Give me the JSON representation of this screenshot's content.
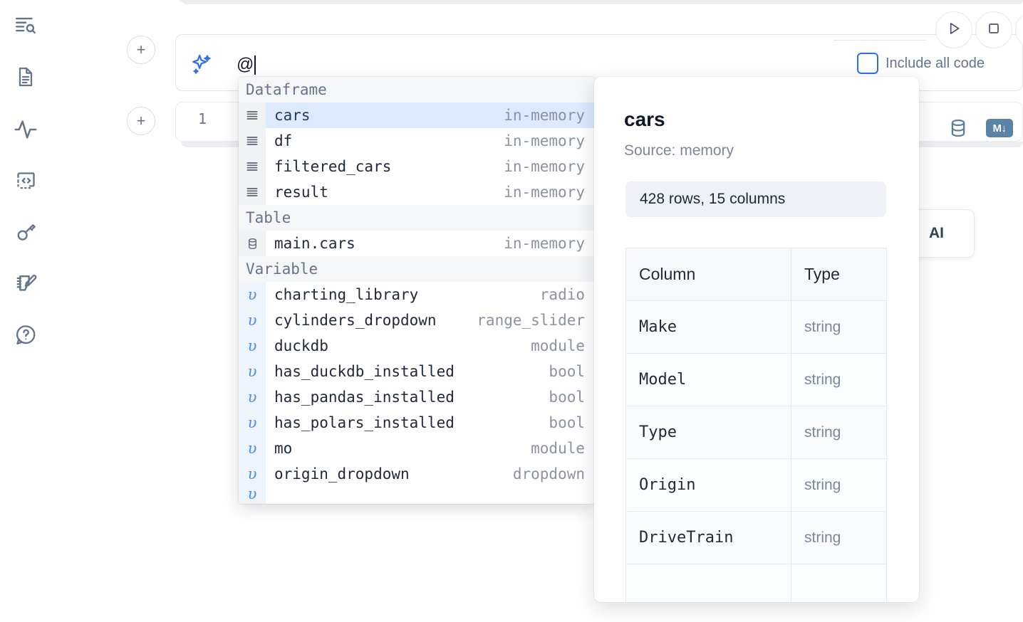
{
  "sidebar": {
    "items": [
      {
        "name": "explore-outline-icon",
        "label": "Outline"
      },
      {
        "name": "file-icon",
        "label": "Files"
      },
      {
        "name": "activity-icon",
        "label": "Variables"
      },
      {
        "name": "code-snippets-icon",
        "label": "Snippets"
      },
      {
        "name": "secrets-key-icon",
        "label": "Secrets"
      },
      {
        "name": "scratchpad-icon",
        "label": "Scratchpad"
      },
      {
        "name": "help-icon",
        "label": "Help"
      }
    ]
  },
  "ai_bar": {
    "input_value": "@",
    "placeholder": "",
    "sparkle_icon": "sparkle-icon",
    "include_all_code_label": "Include all code",
    "include_all_code_checked": false,
    "run_icon": "play-icon",
    "stop_icon": "stop-icon"
  },
  "code_cell": {
    "line_number": "1",
    "database_icon": "database-icon",
    "markdown_icon": "markdown-down-icon"
  },
  "ai_chip": {
    "label": "AI"
  },
  "add_buttons": {
    "label": "+"
  },
  "autocomplete": {
    "groups": [
      {
        "label": "Dataframe",
        "items": [
          {
            "icon": "dataframe-icon",
            "name": "cars",
            "kind": "in-memory",
            "selected": true
          },
          {
            "icon": "dataframe-icon",
            "name": "df",
            "kind": "in-memory",
            "selected": false
          },
          {
            "icon": "dataframe-icon",
            "name": "filtered_cars",
            "kind": "in-memory",
            "selected": false
          },
          {
            "icon": "dataframe-icon",
            "name": "result",
            "kind": "in-memory",
            "selected": false
          }
        ]
      },
      {
        "label": "Table",
        "items": [
          {
            "icon": "table-icon",
            "name": "main.cars",
            "kind": "in-memory",
            "selected": false
          }
        ]
      },
      {
        "label": "Variable",
        "items": [
          {
            "icon": "variable-icon",
            "name": "charting_library",
            "kind": "radio",
            "selected": false
          },
          {
            "icon": "variable-icon",
            "name": "cylinders_dropdown",
            "kind": "range_slider",
            "selected": false
          },
          {
            "icon": "variable-icon",
            "name": "duckdb",
            "kind": "module",
            "selected": false
          },
          {
            "icon": "variable-icon",
            "name": "has_duckdb_installed",
            "kind": "bool",
            "selected": false
          },
          {
            "icon": "variable-icon",
            "name": "has_pandas_installed",
            "kind": "bool",
            "selected": false
          },
          {
            "icon": "variable-icon",
            "name": "has_polars_installed",
            "kind": "bool",
            "selected": false
          },
          {
            "icon": "variable-icon",
            "name": "mo",
            "kind": "module",
            "selected": false
          },
          {
            "icon": "variable-icon",
            "name": "origin_dropdown",
            "kind": "dropdown",
            "selected": false
          }
        ]
      }
    ]
  },
  "preview": {
    "title": "cars",
    "source": "Source: memory",
    "stats": "428 rows, 15 columns",
    "table": {
      "headers": [
        "Column",
        "Type"
      ],
      "rows": [
        {
          "column": "Make",
          "type": "string"
        },
        {
          "column": "Model",
          "type": "string"
        },
        {
          "column": "Type",
          "type": "string"
        },
        {
          "column": "Origin",
          "type": "string"
        },
        {
          "column": "DriveTrain",
          "type": "string"
        }
      ]
    }
  },
  "colors": {
    "accent": "#2f6fed",
    "selected_row": "#dbeafe",
    "muted_text": "#8a93a2",
    "icon_blue": "#587fa3"
  }
}
